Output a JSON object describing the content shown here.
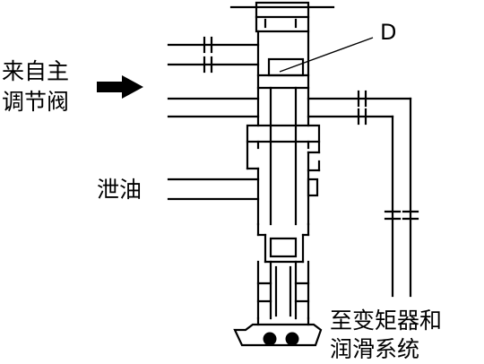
{
  "labels": {
    "source_line1": "来自主",
    "source_line2": "调节阀",
    "drain": "泄油",
    "dest_line1": "至变矩器和",
    "dest_line2": "润滑系统",
    "component_d": "D"
  },
  "icons": {
    "flow_arrow": "arrow-right-icon"
  },
  "colors": {
    "ink": "#000000",
    "paper": "#ffffff"
  }
}
